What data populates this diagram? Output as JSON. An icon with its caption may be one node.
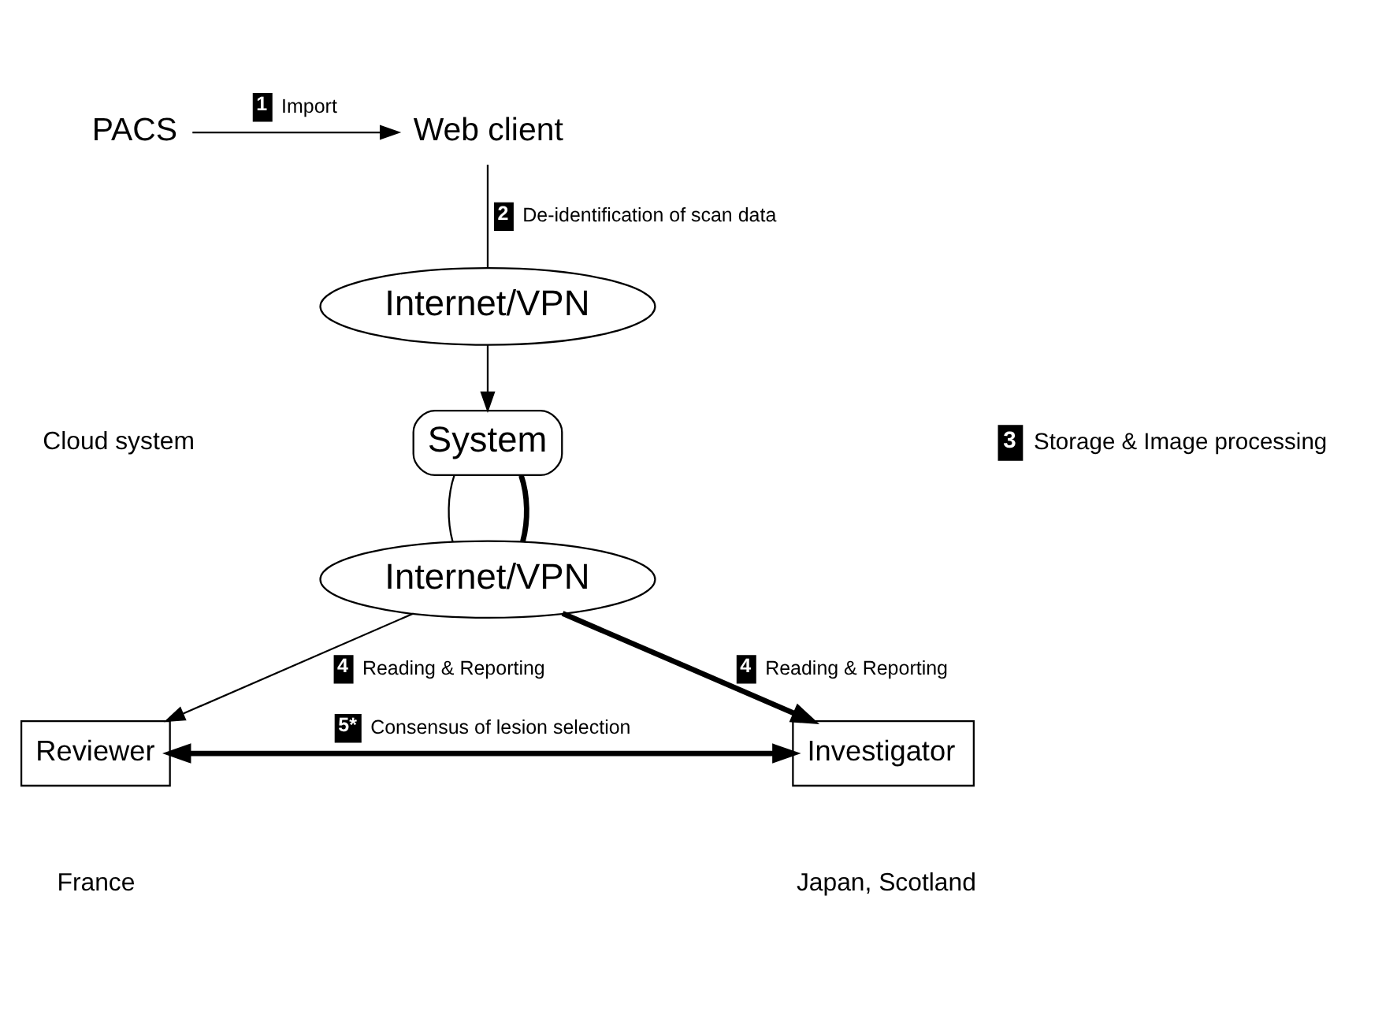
{
  "diagram": {
    "nodes": [
      {
        "text": [
          "PACS"
        ]
      },
      {
        "text": [
          "Web client"
        ]
      },
      {
        "text": [
          "Internet/VPN"
        ]
      },
      {
        "text": [
          "System"
        ],
        "beside": [
          "3",
          "Storage & Image processing"
        ]
      },
      {
        "text": [
          "Internet/VPN"
        ]
      },
      {
        "text": [
          "Reviewer"
        ],
        "beside": [
          "France"
        ]
      },
      {
        "text": [
          "Investigator"
        ],
        "beside": [
          "Japan, Scotland"
        ]
      }
    ],
    "edges": [
      {
        "from": 0,
        "to": 1,
        "arrow": "to",
        "label": "1 Import"
      },
      {
        "from": 1,
        "to": 2,
        "arrow": "none",
        "label": "2 De-identification of scan data"
      },
      {
        "from": 2,
        "to": 3,
        "arrow": "to"
      },
      {
        "from": 3,
        "to": 4,
        "arrow": "none"
      },
      {
        "from": 3,
        "to": 4,
        "arrow": "none",
        "style": "thick"
      },
      {
        "from": 4,
        "to": 5,
        "arrow": "to",
        "label": "4 Reading & Reporting"
      },
      {
        "from": 4,
        "to": 6,
        "arrow": "to",
        "style": "thick",
        "label": "4 Reading & Reporting"
      },
      {
        "from": 5,
        "to": 6,
        "arrow": "both",
        "style": "thick",
        "label": "5* Consensus of lesion selection"
      }
    ],
    "labels": [
      "Cloud system"
    ]
  }
}
